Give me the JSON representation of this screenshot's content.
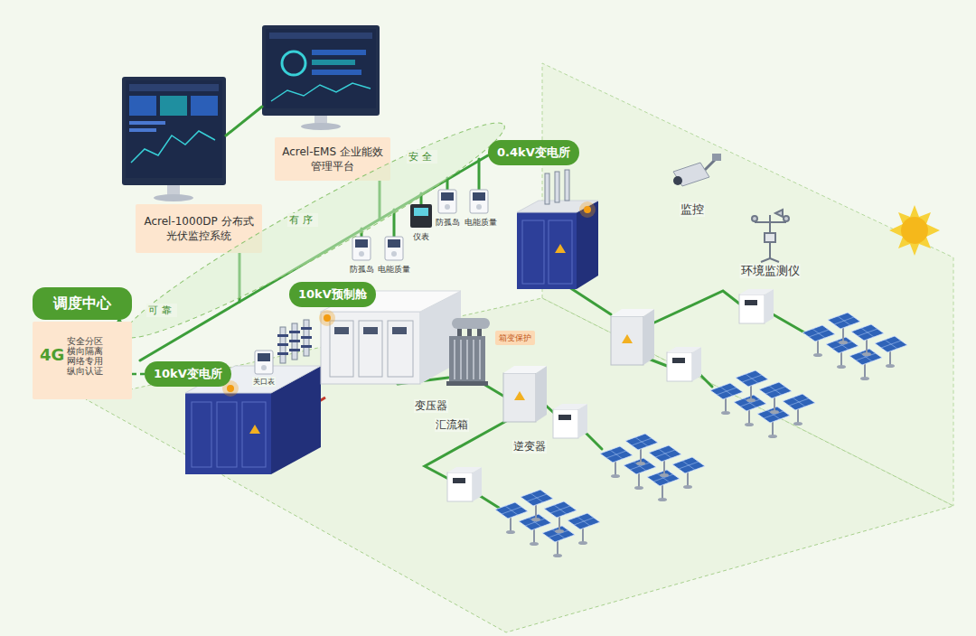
{
  "diagram": {
    "nodes": [
      {
        "text": [
          "Acrel-1000DP 分布式光伏监控系统"
        ]
      },
      {
        "text": [
          "Acrel-EMS 企业能效管理平台"
        ]
      },
      {
        "text": [
          "可靠",
          "有序",
          "安全"
        ]
      },
      {
        "text": [
          "0.4kV变电所"
        ]
      },
      {
        "text": [
          "调度中心"
        ]
      },
      {
        "text": [
          "4G",
          "安全分区 横向隔离 网络专用 纵向认证"
        ]
      },
      {
        "text": [
          "10kV预制舱"
        ]
      },
      {
        "text": [
          "10kV变电所"
        ]
      },
      {
        "text": [
          "箱变保护"
        ]
      }
    ],
    "edges": [
      {
        "from": 7,
        "to": 4,
        "arrow": "to"
      }
    ],
    "labels": [
      "关口表",
      "防孤岛",
      "电能质量",
      "仪表",
      "防孤岛",
      "电能质量",
      "变压器",
      "汇流箱",
      "逆变器",
      "监控",
      "环境监测仪"
    ]
  }
}
